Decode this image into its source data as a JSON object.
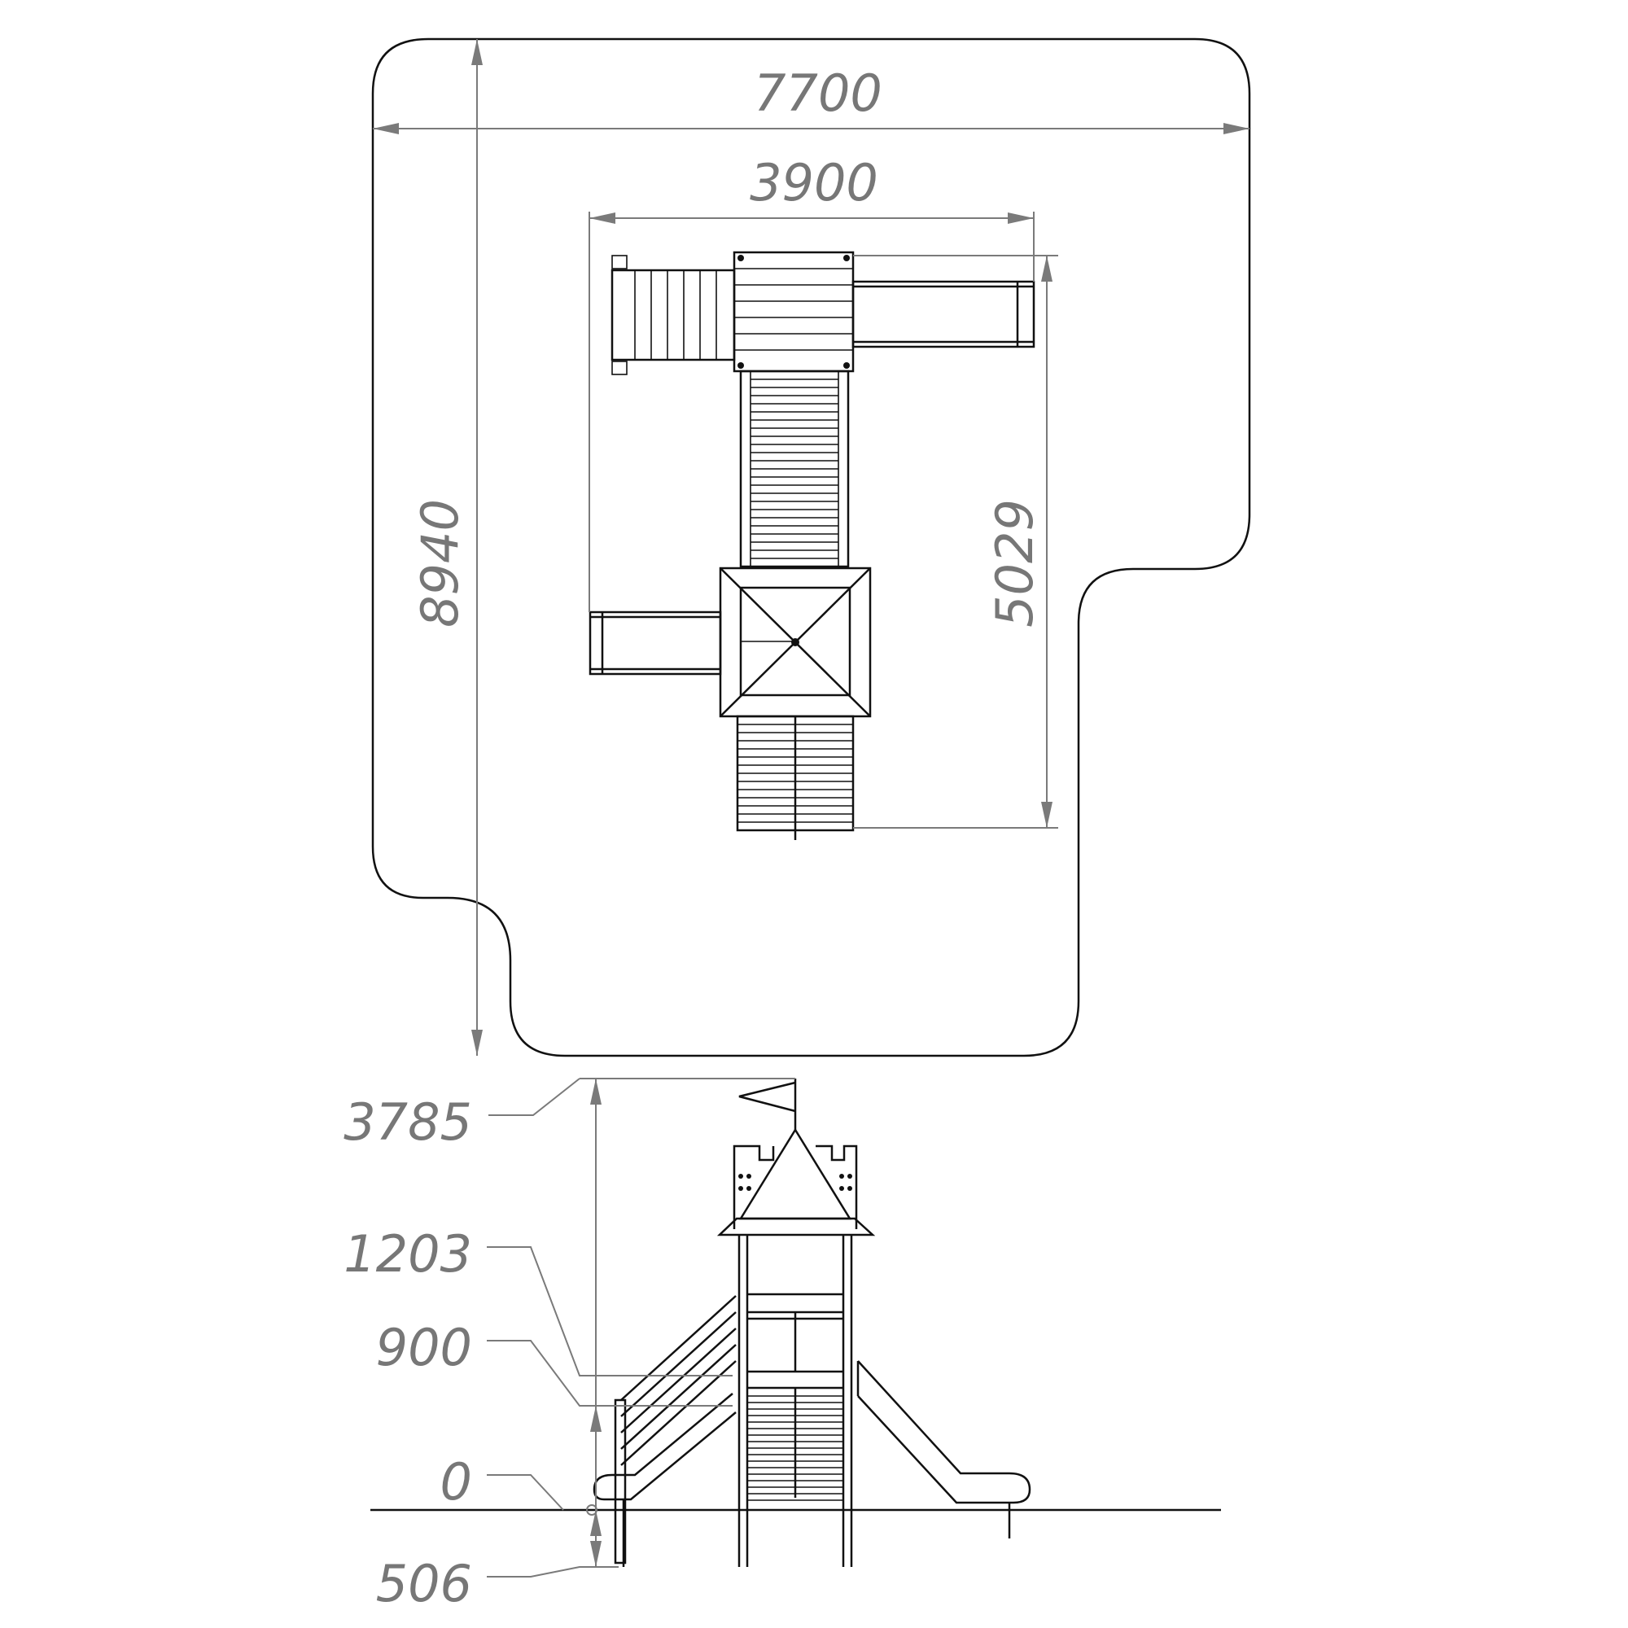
{
  "plan": {
    "overall_width": "7700",
    "overall_depth": "8940",
    "structure_width": "3900",
    "structure_depth": "5029"
  },
  "elevation": {
    "total_height": "3785",
    "platform_high": "1203",
    "platform_low": "900",
    "ground": "0",
    "foundation_depth": "506"
  },
  "colors": {
    "line": "#111111",
    "dimension": "#7a7a7a",
    "background": "#ffffff"
  }
}
